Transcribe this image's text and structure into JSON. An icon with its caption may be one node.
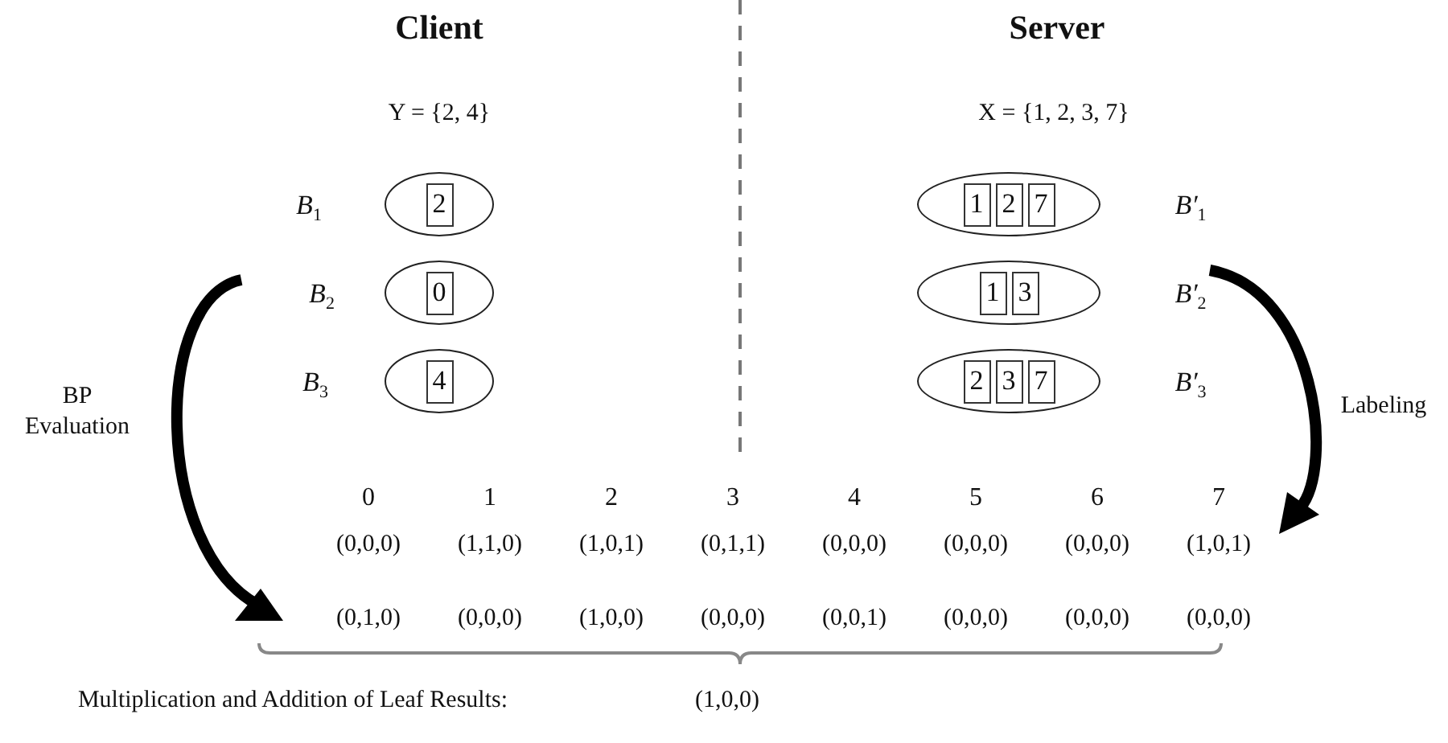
{
  "diagram": {
    "nodes": [
      {
        "text": [],
        "shape": "circle",
        "beside": [
          "B$_{1}$"
        ]
      },
      {
        "text": [
          "2"
        ],
        "in": 0
      },
      {
        "text": [],
        "shape": "circle",
        "beside": [
          "B′$_{1}$"
        ]
      },
      {
        "text": [
          "1"
        ],
        "in": 2
      },
      {
        "text": [
          "2"
        ],
        "in": 2
      },
      {
        "text": [
          "7"
        ],
        "in": 2
      },
      {
        "text": [],
        "shape": "circle",
        "beside": [
          "B$_{2}$"
        ]
      },
      {
        "text": [
          "0"
        ],
        "in": 6
      },
      {
        "text": [],
        "shape": "circle",
        "beside": [
          "B′$_{2}$"
        ]
      },
      {
        "text": [
          "1"
        ],
        "in": 8
      },
      {
        "text": [
          "3"
        ],
        "in": 8
      },
      {
        "text": [],
        "shape": "circle",
        "beside": [
          "B$_{3}$"
        ]
      },
      {
        "text": [
          "4"
        ],
        "in": 11
      },
      {
        "text": [],
        "shape": "circle",
        "beside": [
          "B′$_{3}$"
        ]
      },
      {
        "text": [
          "2"
        ],
        "in": 13
      },
      {
        "text": [
          "3"
        ],
        "in": 13
      },
      {
        "text": [
          "7"
        ],
        "in": 13
      }
    ],
    "labels": [
      "Client",
      "Server",
      "Y = {2, 4}",
      "X = {1, 2, 3, 7}",
      "BP Evaluation",
      "Labeling",
      "0",
      "1",
      "2",
      "3",
      "4",
      "5",
      "6",
      "7",
      "(0,0,0)",
      "(1,1,0)",
      "(1,0,1)",
      "(0,1,1)",
      "(0,0,0)",
      "(0,0,0)",
      "(0,0,0)",
      "(1,0,1)",
      "(0,1,0)",
      "(0,0,0)",
      "(1,0,0)",
      "(0,0,0)",
      "(0,0,1)",
      "(0,0,0)",
      "(0,0,0)",
      "(0,0,0)",
      "Multiplication and Addition of Leaf Results:",
      "(1,0,0)"
    ]
  }
}
